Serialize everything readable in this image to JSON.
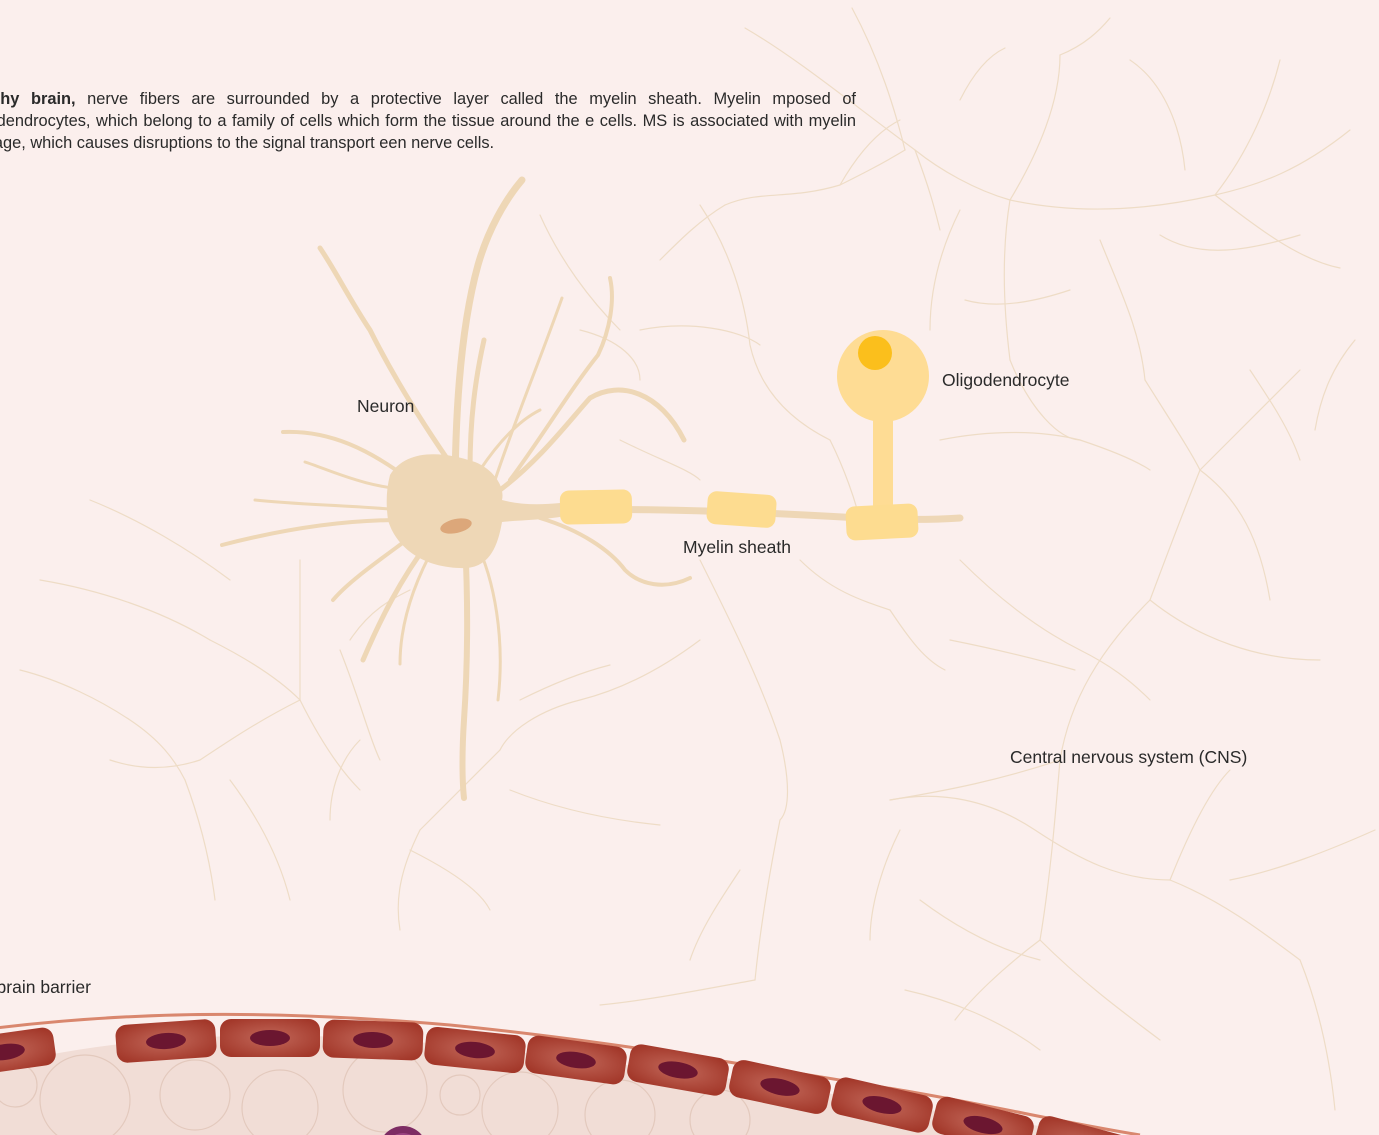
{
  "intro": {
    "bold": "healthy brain,",
    "text": " nerve fibers are surrounded by a protective layer called the myelin sheath. Myelin mposed of oligodendrocytes, which belong to a family of cells which form the tissue around the e cells. MS is associated with myelin damage, which causes disruptions to the signal transport een nerve cells."
  },
  "labels": {
    "neuron": "Neuron",
    "oligodendrocyte": "Oligodendrocyte",
    "myelin_sheath": "Myelin sheath",
    "cns": "Central nervous system (CNS)",
    "bbb": "d-brain barrier"
  },
  "colors": {
    "background": "#fbefed",
    "glial_outline": "#eedcc6",
    "neuron": "#eed7b6",
    "neuron_nucleus": "#dca77a",
    "myelin": "#fddc90",
    "oligo_body": "#fedc94",
    "oligo_nucleus": "#fbbf1c",
    "endothelial": "#a3382a",
    "endothelial_nucleus": "#6b1630",
    "vessel_interior": "#f1ddd6",
    "blood_cell_outline": "#e3c9bd",
    "immune_cell": "#7e2c64"
  }
}
